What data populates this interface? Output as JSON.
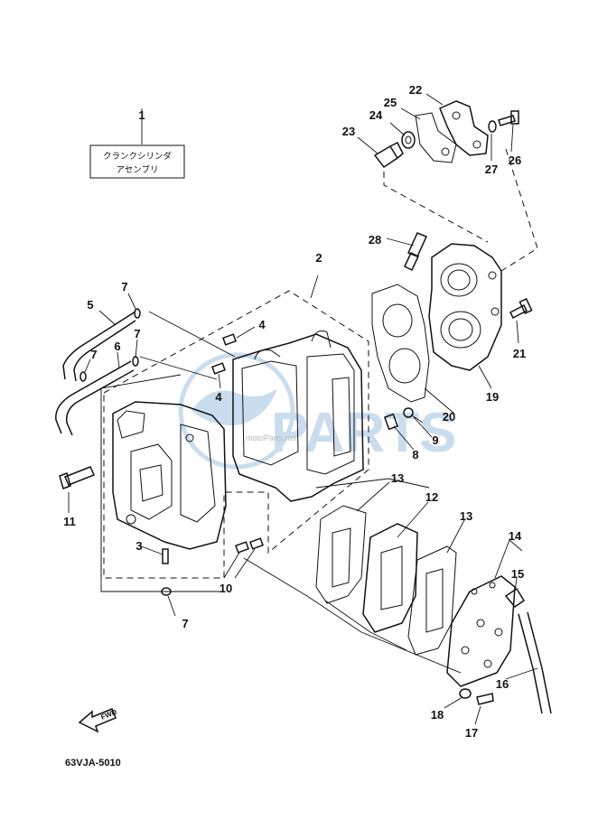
{
  "diagram": {
    "title_box": {
      "line1": "クランクシリンダ",
      "line2": "アセンブリ"
    },
    "diagram_code": "63VJA-5010",
    "fwd_label": "FWD",
    "watermark": {
      "text": "PARTS",
      "small": "motoParts.net"
    },
    "callouts": {
      "c1": "1",
      "c2": "2",
      "c3": "3",
      "c4a": "4",
      "c4b": "4",
      "c5": "5",
      "c6": "6",
      "c7a": "7",
      "c7b": "7",
      "c7c": "7",
      "c7d": "7",
      "c8": "8",
      "c9": "9",
      "c10": "10",
      "c11": "11",
      "c12": "12",
      "c13a": "13",
      "c13b": "13",
      "c14": "14",
      "c15": "15",
      "c16": "16",
      "c17": "17",
      "c18": "18",
      "c19": "19",
      "c20": "20",
      "c21": "21",
      "c22": "22",
      "c23": "23",
      "c24": "24",
      "c25": "25",
      "c26": "26",
      "c27": "27",
      "c28": "28"
    }
  }
}
